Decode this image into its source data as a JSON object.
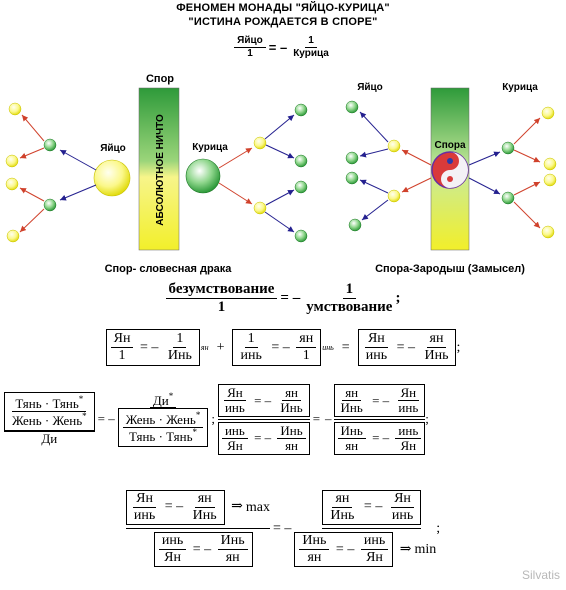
{
  "header": {
    "title_line1": "ФЕНОМЕН МОНАДЫ \"ЯЙЦО-КУРИЦА\"",
    "title_line2": "\"ИСТИНА РОЖДАЕТСЯ В СПОРЕ\""
  },
  "top_formula": {
    "num1": "Яйцо",
    "den1": "1",
    "op": "= –",
    "num2": "1",
    "den2": "Курица"
  },
  "left_diagram": {
    "top_label": "Спор",
    "bar_text": "АБСОЛЮТНОЕ НИЧТО",
    "egg_label": "Яйцо",
    "hen_label": "Курица",
    "caption": "Спор- словесная драка"
  },
  "right_diagram": {
    "egg_label": "Яйцо",
    "hen_label": "Курица",
    "center_label": "Спора",
    "caption": "Спора-Зародыш (Замысел)"
  },
  "eq1": {
    "num_left": "безумствование",
    "den_left": "1",
    "op": "= –",
    "num_right": "1",
    "den_right": "умствование",
    "end": ";"
  },
  "eq2": {
    "a_num": "Ян",
    "a_den": "1",
    "a_op": "= –",
    "a_rnum": "1",
    "a_rden": "Инь",
    "a_sub": "ян",
    "plus": "+",
    "b_num": "1",
    "b_den": "инь",
    "b_op": "= –",
    "b_rnum": "ян",
    "b_rden": "1",
    "b_sub": "инь",
    "eq": "=",
    "c_num": "Ян",
    "c_den": "инь",
    "c_op": "= –",
    "c_rnum": "ян",
    "c_rden": "Инь",
    "end": ";"
  },
  "eq3": {
    "left_num_top": "Тянь · Тянь",
    "left_num_bot": "Жень · Жень",
    "left_den": "Ди",
    "star": "*",
    "op": "= –",
    "mid_num": "Ди",
    "mid_den_top": "Жень · Жень",
    "mid_den_bot": "Тянь · Тянь",
    "sep": ";",
    "r1_top_num": "Ян",
    "r1_top_den": "инь",
    "r1_top_rnum": "ян",
    "r1_top_rden": "Инь",
    "r1_bot_num": "инь",
    "r1_bot_den": "Ян",
    "r1_bot_rnum": "Инь",
    "r1_bot_rden": "ян",
    "eq": "=",
    "neg": "–",
    "r2_top_num": "ян",
    "r2_top_den": "Инь",
    "r2_top_rnum": "Ян",
    "r2_top_rden": "инь",
    "r2_bot_num": "Инь",
    "r2_bot_den": "ян",
    "r2_bot_rnum": "инь",
    "r2_bot_rden": "Ян",
    "end": ";"
  },
  "eq4": {
    "l_top_num": "Ян",
    "l_top_den": "инь",
    "l_top_rnum": "ян",
    "l_top_rden": "Инь",
    "arrow": "⇒",
    "max": "max",
    "l_bot_num": "инь",
    "l_bot_den": "Ян",
    "l_bot_rnum": "Инь",
    "l_bot_rden": "ян",
    "op": "= –",
    "r_top_num": "ян",
    "r_top_den": "Инь",
    "r_top_rnum": "Ян",
    "r_top_rden": "инь",
    "r_bot_num": "Инь",
    "r_bot_den": "ян",
    "r_bot_rnum": "инь",
    "r_bot_rden": "Ян",
    "min": "min",
    "end": ";"
  },
  "watermark": "Silvatis",
  "colors": {
    "green": "#2e9a3a",
    "yellow": "#f2ef2a",
    "arrow_red": "#d0412b",
    "arrow_blue": "#24208f",
    "yin_red": "#d93a3a",
    "yin_blue": "#2b3aa8"
  }
}
